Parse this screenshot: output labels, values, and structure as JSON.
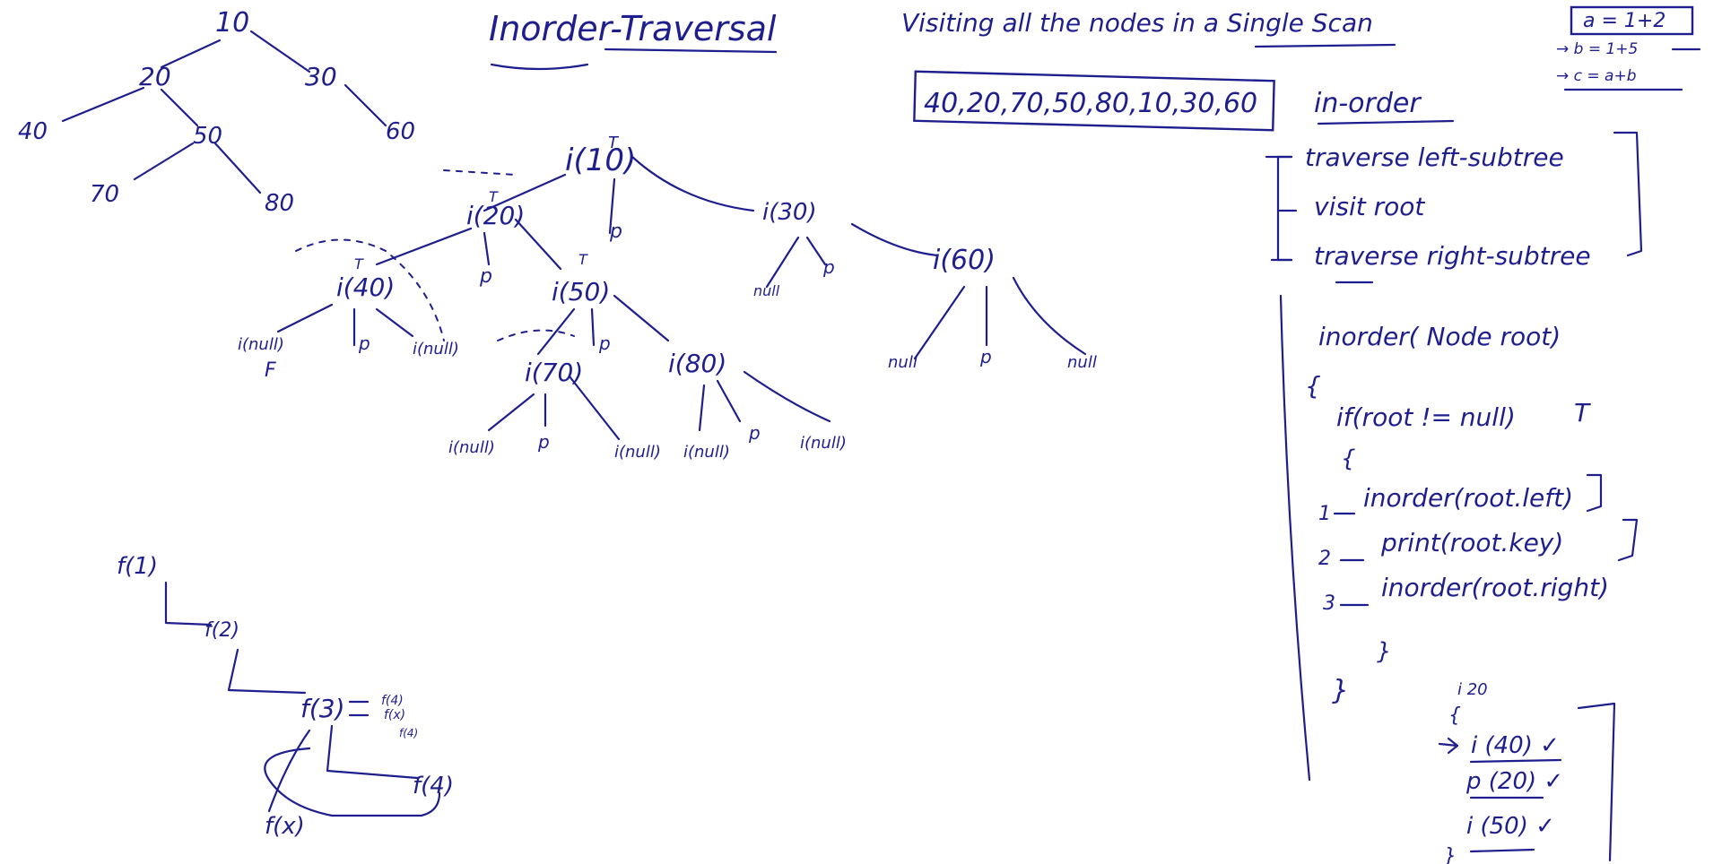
{
  "heading": {
    "title": "Inorder-Traversal",
    "subtitle": "Visiting all the nodes in a Single Scan"
  },
  "tree": {
    "root": "10",
    "n20": "20",
    "n30": "30",
    "n40": "40",
    "n50": "50",
    "n60": "60",
    "n70": "70",
    "n80": "80"
  },
  "sequence": "40,20,70,50,80,10,30,60",
  "side_note": {
    "line1": "a = 1+2",
    "line2": "→ b = 1+5",
    "line3": "→ c = a+b"
  },
  "inorder": {
    "title": "in-order",
    "steps": [
      "traverse left-subtree",
      "visit root",
      "traverse right-subtree"
    ]
  },
  "code": {
    "signature": "inorder( Node root)",
    "open_brace": "{",
    "if_line": "if(root != null)",
    "if_mark": "T",
    "inner_open": "{",
    "line1_no": "1",
    "line1": "inorder(root.left)",
    "line2_no": "2",
    "line2": "print(root.key)",
    "line3_no": "3",
    "line3": "inorder(root.right)",
    "inner_close": "}",
    "close_brace": "}"
  },
  "stack": {
    "label": "i 20",
    "brace": "{",
    "frames": [
      "i (40) ✓",
      "p (20) ✓",
      "i (50) ✓"
    ],
    "close": "}"
  },
  "recursion_tree": {
    "root": "i(10)",
    "root_mark": "T",
    "n20": "i(20)",
    "n20_mark": "T",
    "n30": "i(30)",
    "n60": "i(60)",
    "n40": "i(40)",
    "n40_mark": "T",
    "n50": "i(50)",
    "n50_mark": "T",
    "n70": "i(70)",
    "n80": "i(80)",
    "p": "p",
    "null_call": "i(null)",
    "null_short": "null",
    "f": "F"
  },
  "call_chain": {
    "f1": "f(1)",
    "f2": "f(2)",
    "f3": "f(3)",
    "f4": "f(4)",
    "fx": "f(x)",
    "notes": [
      "f(4)",
      "f(x)",
      "f(4)"
    ]
  }
}
